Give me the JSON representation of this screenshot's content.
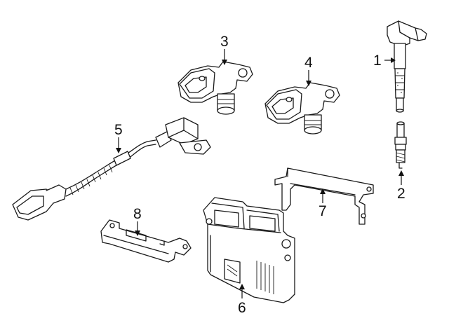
{
  "diagram": {
    "callouts": [
      {
        "id": "1",
        "label": "1"
      },
      {
        "id": "2",
        "label": "2"
      },
      {
        "id": "3",
        "label": "3"
      },
      {
        "id": "4",
        "label": "4"
      },
      {
        "id": "5",
        "label": "5"
      },
      {
        "id": "6",
        "label": "6"
      },
      {
        "id": "7",
        "label": "7"
      },
      {
        "id": "8",
        "label": "8"
      }
    ],
    "colors": {
      "line": "#1a1a1a",
      "background": "#ffffff"
    }
  }
}
